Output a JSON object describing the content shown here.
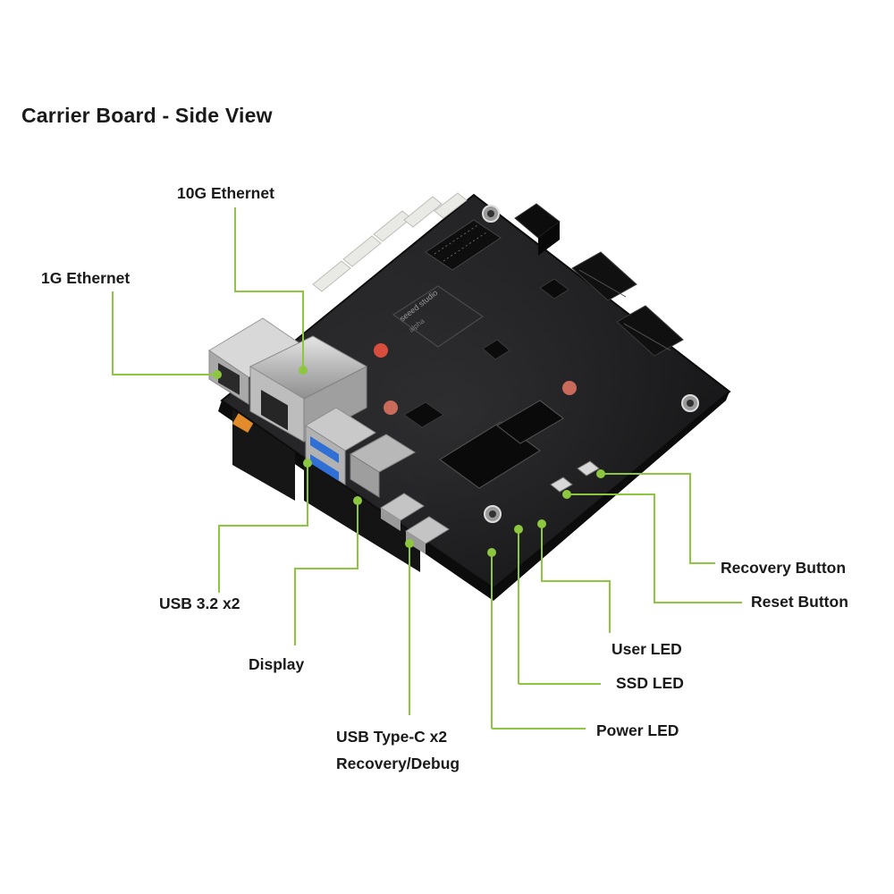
{
  "title": "Carrier Board - Side View",
  "accent_color": "#8dc63f",
  "board": {
    "silkscreen_brand": "seeed studio",
    "silkscreen_sub": "alpha"
  },
  "callouts": {
    "ethernet_10g": "10G Ethernet",
    "ethernet_1g": "1G Ethernet",
    "usb32": "USB 3.2 x2",
    "display": "Display",
    "usbc_line1": "USB Type-C x2",
    "usbc_line2": "Recovery/Debug",
    "power_led": "Power LED",
    "ssd_led": "SSD LED",
    "user_led": "User LED",
    "reset_button": "Reset Button",
    "recovery_button": "Recovery Button"
  }
}
